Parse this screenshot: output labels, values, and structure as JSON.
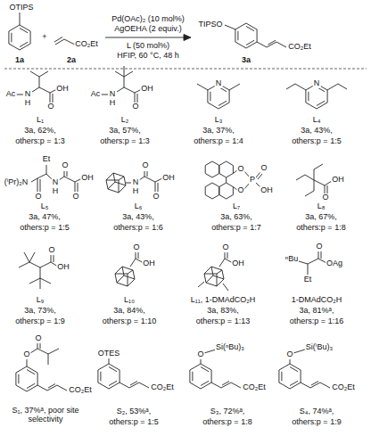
{
  "diagram": {
    "labels": [
      "OTIPS",
      "1a",
      "+",
      "CO₂Et",
      "2a",
      "Pd(OAc)₂ (10 mol%)",
      "AgOEHA (2 equiv.)",
      "L (50 mol%)",
      "HFIP, 60 °C, 48 h",
      "TIPSO",
      "CO₂Et",
      "3a",
      "Ac",
      "N",
      "H",
      "O",
      "OH",
      "L₁",
      "3a, 62%,",
      "others:p = 1:3",
      "Ac",
      "N",
      "H",
      "O",
      "OH",
      "L₂",
      "3a, 57%,",
      "others:p = 1:3",
      "N",
      "L₃",
      "3a, 37%,",
      "others:p = 1:4",
      "N",
      "L₄",
      "3a, 43%,",
      "others:p = 1:5",
      "Et",
      "(ⁱPr)₂N",
      "O",
      "N",
      "H",
      "O",
      "O",
      "OH",
      "L₅",
      "3a, 47%,",
      "others:p = 1:5",
      "N",
      "H",
      "O",
      "O",
      "OH",
      "L₆",
      "3a, 43%,",
      "others:p = 1:6",
      "O",
      "O",
      "P",
      "O",
      "OH",
      "L₇",
      "3a, 63%,",
      "others:p = 1:7",
      "O",
      "OH",
      "L₈",
      "3a, 67%,",
      "others:p = 1:8",
      "O",
      "OH",
      "L₉",
      "3a, 73%,",
      "others:p = 1:9",
      "O",
      "OH",
      "L₁₀",
      "3a, 84%,",
      "others:p = 1:10",
      "O",
      "OH",
      "L₁₁, 1-DMAdCO₂H",
      "3a, 83%,",
      "others:p = 1:13",
      "ⁿBu",
      "O",
      "OAg",
      "Et",
      "1-DMAdCO₂H",
      "3a, 81%ᵃ,",
      "others:p = 1:16",
      "O",
      "O",
      "CO₂Et",
      "S₁, 37%ᵃ, poor site selectivity",
      "OTES",
      "CO₂Et",
      "S₂, 53%ᵃ,",
      "others:p = 1:5",
      "O",
      "Si(ⁿBu)₃",
      "CO₂Et",
      "S₃, 72%ᵃ,",
      "others:p = 1:8",
      "O",
      "Si(ⁱBu)₃",
      "CO₂Et",
      "S₄, 74%ᵃ,",
      "others:p = 1:9"
    ]
  }
}
